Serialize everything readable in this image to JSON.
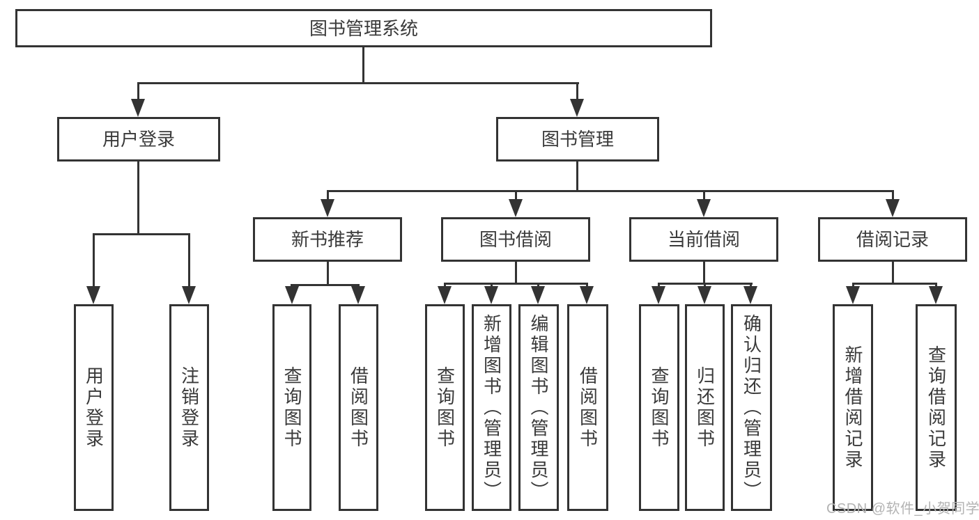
{
  "colors": {
    "line": "#333333",
    "box_border": "#333333",
    "text": "#3a3a3a",
    "background": "#ffffff",
    "watermark": "#b3b3b3"
  },
  "tree": {
    "root": "图书管理系统",
    "children": [
      {
        "label": "用户登录",
        "children": [
          {
            "label": "用户登录"
          },
          {
            "label": "注销登录"
          }
        ]
      },
      {
        "label": "图书管理",
        "children": [
          {
            "label": "新书推荐",
            "children": [
              {
                "label": "查询图书"
              },
              {
                "label": "借阅图书"
              }
            ]
          },
          {
            "label": "图书借阅",
            "children": [
              {
                "label": "查询图书"
              },
              {
                "label": "新增图书（管理员）"
              },
              {
                "label": "编辑图书（管理员）"
              },
              {
                "label": "借阅图书"
              }
            ]
          },
          {
            "label": "当前借阅",
            "children": [
              {
                "label": "查询图书"
              },
              {
                "label": "归还图书"
              },
              {
                "label": "确认归还（管理员）"
              }
            ]
          },
          {
            "label": "借阅记录",
            "children": [
              {
                "label": "新增借阅记录"
              },
              {
                "label": "查询借阅记录"
              }
            ]
          }
        ]
      }
    ]
  },
  "watermark": {
    "text": "CSDN @软件_小贺同学"
  }
}
